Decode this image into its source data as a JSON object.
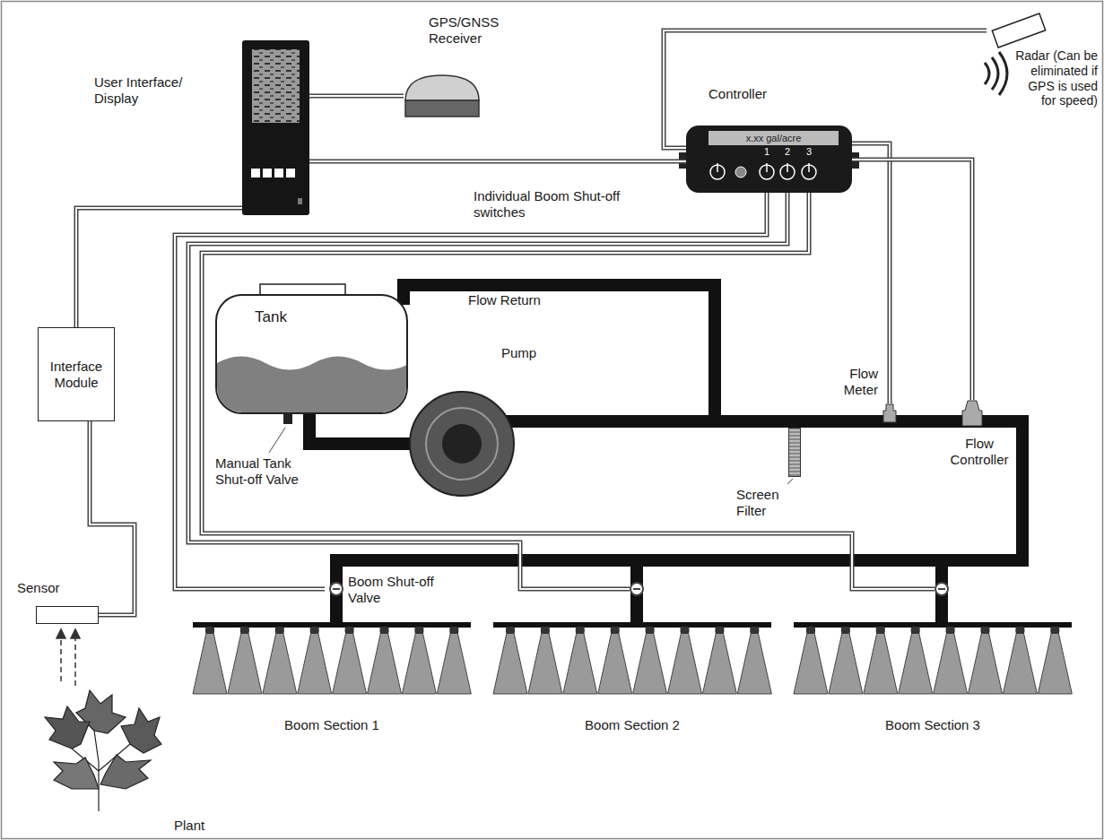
{
  "diagram": {
    "nodes": [
      {
        "text": [
          "User Interface/ Display"
        ]
      },
      {
        "text": [
          "GPS/GNSS Receiver"
        ]
      },
      {
        "text": [
          "Controller",
          "x.xx gal/acre"
        ]
      },
      {
        "text": [
          "Radar (Can be eliminated if GPS is used for speed)"
        ]
      },
      {
        "text": [
          "Tank"
        ]
      },
      {
        "text": [
          "Pump"
        ]
      },
      {
        "text": [
          "Interface Module"
        ]
      },
      {
        "text": [
          "Screen Filter"
        ]
      },
      {
        "text": [
          "Flow Meter"
        ]
      },
      {
        "text": [
          "Flow Controller"
        ]
      },
      {
        "text": [
          "Sensor"
        ]
      }
    ],
    "edges": [
      {
        "from": 0,
        "to": 1,
        "arrow": "none"
      },
      {
        "from": 0,
        "to": 2,
        "arrow": "none"
      },
      {
        "from": 2,
        "to": 3,
        "arrow": "none"
      },
      {
        "from": 2,
        "to": 8,
        "arrow": "none"
      },
      {
        "from": 2,
        "to": 9,
        "arrow": "none"
      },
      {
        "from": 0,
        "to": 6,
        "arrow": "none"
      },
      {
        "from": 6,
        "to": 10,
        "arrow": "none"
      },
      {
        "from": 4,
        "to": 5,
        "arrow": "none"
      }
    ],
    "labels": [
      "Individual Boom Shut-off switches",
      "1",
      "2",
      "3",
      "Flow Return",
      "Manual Tank Shut-off Valve",
      "Boom Shut-off Valve",
      "Boom Section 1",
      "Boom Section 2",
      "Boom Section 3",
      "Plant"
    ]
  }
}
